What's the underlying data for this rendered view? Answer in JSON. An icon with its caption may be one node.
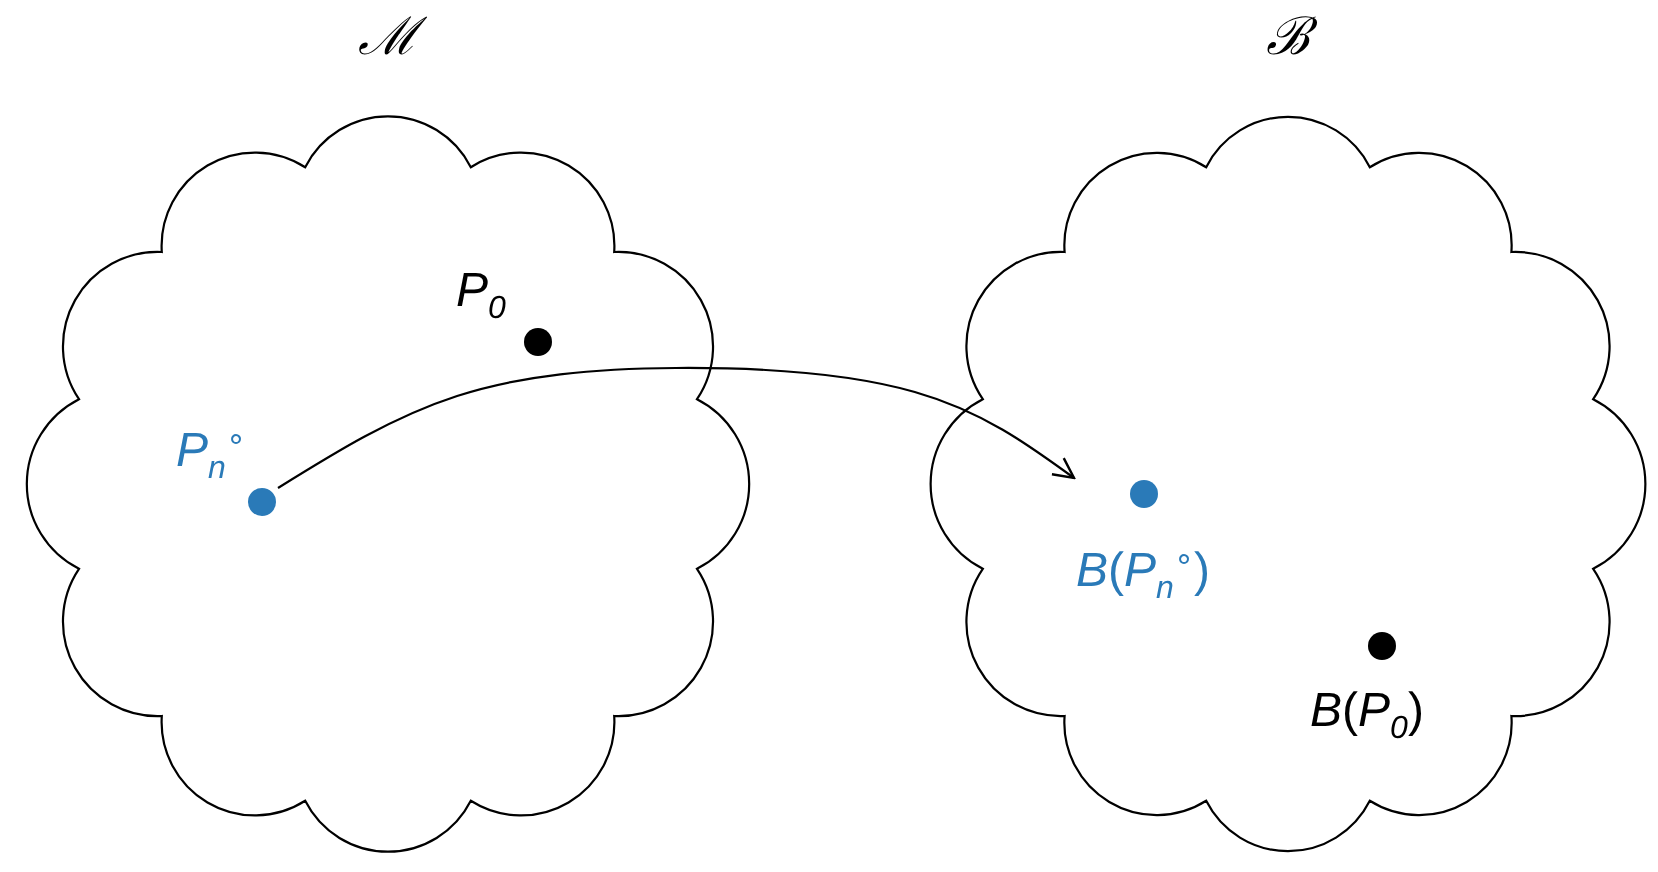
{
  "diagram": {
    "nodes": [
      {
        "text": [
          "ℳ"
        ]
      },
      {
        "text": [
          "*P*$_{0}$"
        ],
        "in": 0
      },
      {
        "text": [
          "*P*$_{n}$$^{∘}$"
        ],
        "in": 0
      },
      {
        "text": [
          "ℬ"
        ]
      },
      {
        "text": [
          "*B*(*P*$_{n}$$^{∘}$)"
        ],
        "in": 3
      },
      {
        "text": [
          "*B*(*P*$_{0}$)"
        ],
        "in": 3
      }
    ],
    "edges": [
      {
        "from": 2,
        "to": 4,
        "arrow": "to",
        "color": "#000000"
      }
    ]
  }
}
